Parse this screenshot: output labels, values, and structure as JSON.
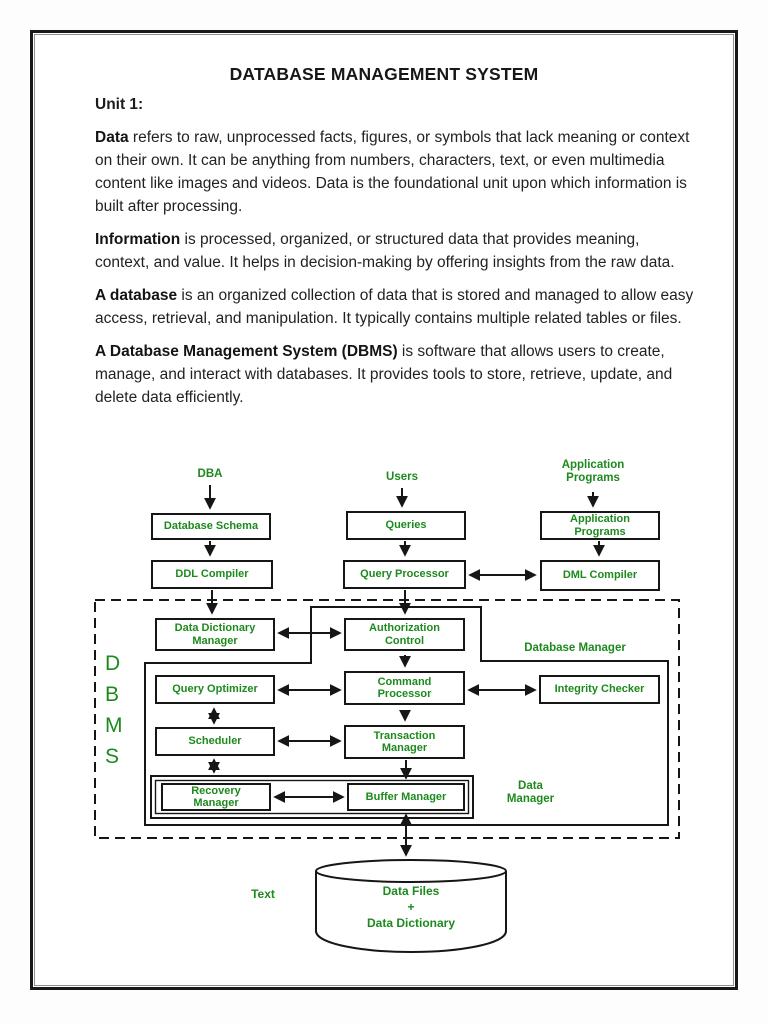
{
  "page": {
    "title": "DATABASE MANAGEMENT SYSTEM",
    "section_heading": "Unit 1:",
    "paragraphs": [
      {
        "lead": "Data",
        "rest": " refers to raw, unprocessed facts, figures, or symbols that lack meaning or context on their own. It can be anything from numbers, characters, text, or even multimedia content like images and videos. Data is the foundational unit upon which information is built after processing."
      },
      {
        "lead": "Information",
        "rest": " is processed, organized, or structured data that provides meaning, context, and value. It helps in decision-making by offering insights from the raw data."
      },
      {
        "lead": "A database",
        "rest": " is an organized collection of data that is stored and managed to allow easy access, retrieval, and manipulation. It typically contains multiple related tables or files."
      },
      {
        "lead": "A Database Management System (DBMS)",
        "rest": " is software that allows users to create, manage, and interact with databases. It provides tools to store, retrieve, update, and delete data efficiently."
      }
    ]
  },
  "diagram": {
    "colors": {
      "green": "#1d8a1d",
      "line": "#161616"
    },
    "actors": {
      "dba": "DBA",
      "users": "Users",
      "app_programs": "Application\nPrograms"
    },
    "boxes": {
      "database_schema": "Database Schema",
      "queries": "Queries",
      "application_programs": "Application\nPrograms",
      "ddl_compiler": "DDL Compiler",
      "query_processor": "Query Processor",
      "dml_compiler": "DML Compiler",
      "data_dictionary_manager": "Data Dictionary\nManager",
      "authorization_control": "Authorization\nControl",
      "query_optimizer": "Query Optimizer",
      "command_processor": "Command\nProcessor",
      "integrity_checker": "Integrity Checker",
      "scheduler": "Scheduler",
      "transaction_manager": "Transaction\nManager",
      "recovery_manager": "Recovery\nManager",
      "buffer_manager": "Buffer Manager"
    },
    "labels": {
      "dbms_letters": [
        "D",
        "B",
        "M",
        "S"
      ],
      "database_manager": "Database Manager",
      "data_manager": "Data\nManager",
      "text_label": "Text",
      "datastore": "Data Files\n+\nData Dictionary"
    }
  }
}
